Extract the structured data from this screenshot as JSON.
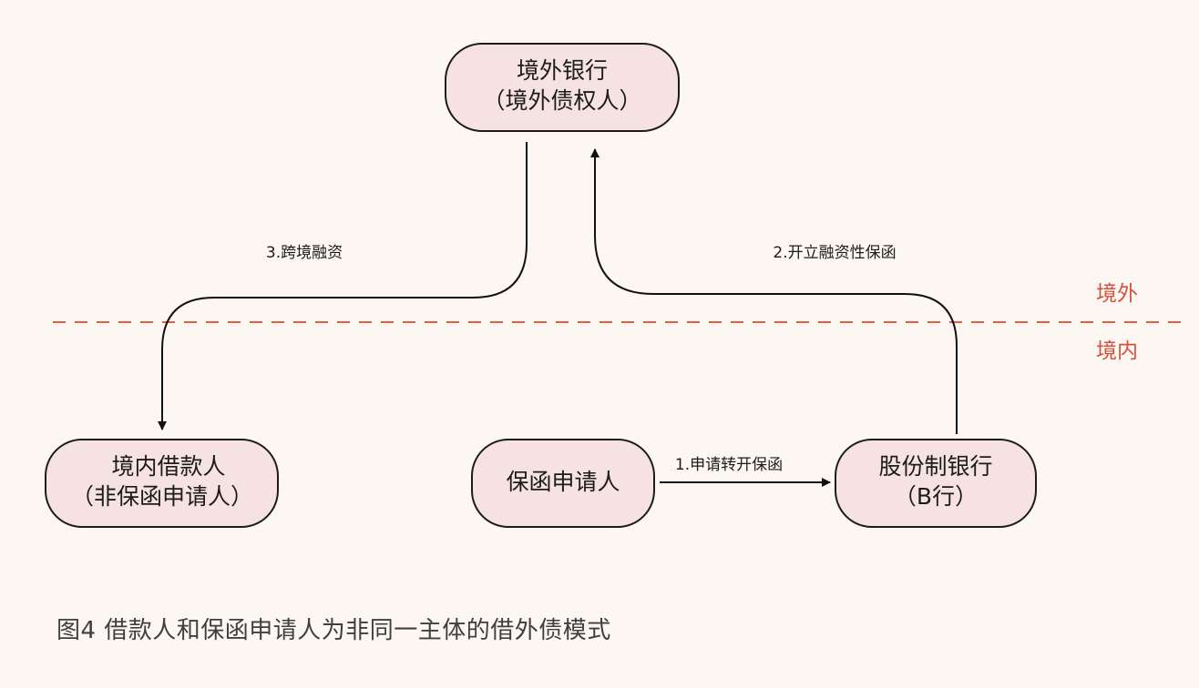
{
  "nodes": {
    "overseas_bank": {
      "line1": "境外银行",
      "line2": "（境外债权人）"
    },
    "domestic_borrower": {
      "line1": "境内借款人",
      "line2": "（非保函申请人）"
    },
    "guarantee_applicant": {
      "line1": "保函申请人"
    },
    "joint_stock_bank": {
      "line1": "股份制银行",
      "line2": "（B行）"
    }
  },
  "edges": {
    "step1": "1.申请转开保函",
    "step2": "2.开立融资性保函",
    "step3": "3.跨境融资"
  },
  "regions": {
    "overseas": "境外",
    "domestic": "境内"
  },
  "caption": "图4  借款人和保函申请人为非同一主体的借外债模式",
  "colors": {
    "background": "#fcf7f2",
    "node_fill": "#f6e2e0",
    "node_stroke": "#1c1c1c",
    "divider": "#e0603f",
    "region_label": "#d2533c"
  }
}
